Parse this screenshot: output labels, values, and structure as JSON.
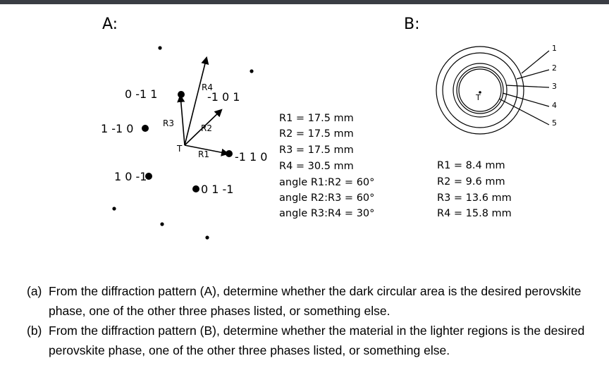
{
  "panel_a": {
    "label": "A:",
    "spots": [
      {
        "label": "0 -1 1"
      },
      {
        "label": "1 -1 0"
      },
      {
        "label": "1 0 -1"
      },
      {
        "label": "-1 0 1"
      },
      {
        "label": "-1 1 0"
      },
      {
        "label": "0 1 -1"
      }
    ],
    "vectors": [
      "R1",
      "R2",
      "R3",
      "R4"
    ],
    "origin": "T",
    "measurements": [
      "R1 = 17.5 mm",
      "R2 = 17.5 mm",
      "R3 = 17.5 mm",
      "R4 = 30.5 mm",
      "angle R1:R2 = 60°",
      "angle R2:R3 = 60°",
      "angle R3:R4 = 30°"
    ]
  },
  "panel_b": {
    "label": "B:",
    "center": "T",
    "ring_numbers": [
      "1",
      "2",
      "3",
      "4",
      "5"
    ],
    "measurements": [
      "R1 = 8.4 mm",
      "R2 = 9.6 mm",
      "R3 = 13.6 mm",
      "R4 = 15.8 mm"
    ]
  },
  "questions": [
    {
      "tag": "(a)",
      "text": "From the diffraction pattern (A), determine whether the dark circular area is the desired perovskite phase, one of the other three phases listed, or something else."
    },
    {
      "tag": "(b)",
      "text": "From the diffraction pattern (B), determine whether the material in the lighter regions is the desired perovskite phase, one of the other three phases listed, or something else."
    }
  ]
}
